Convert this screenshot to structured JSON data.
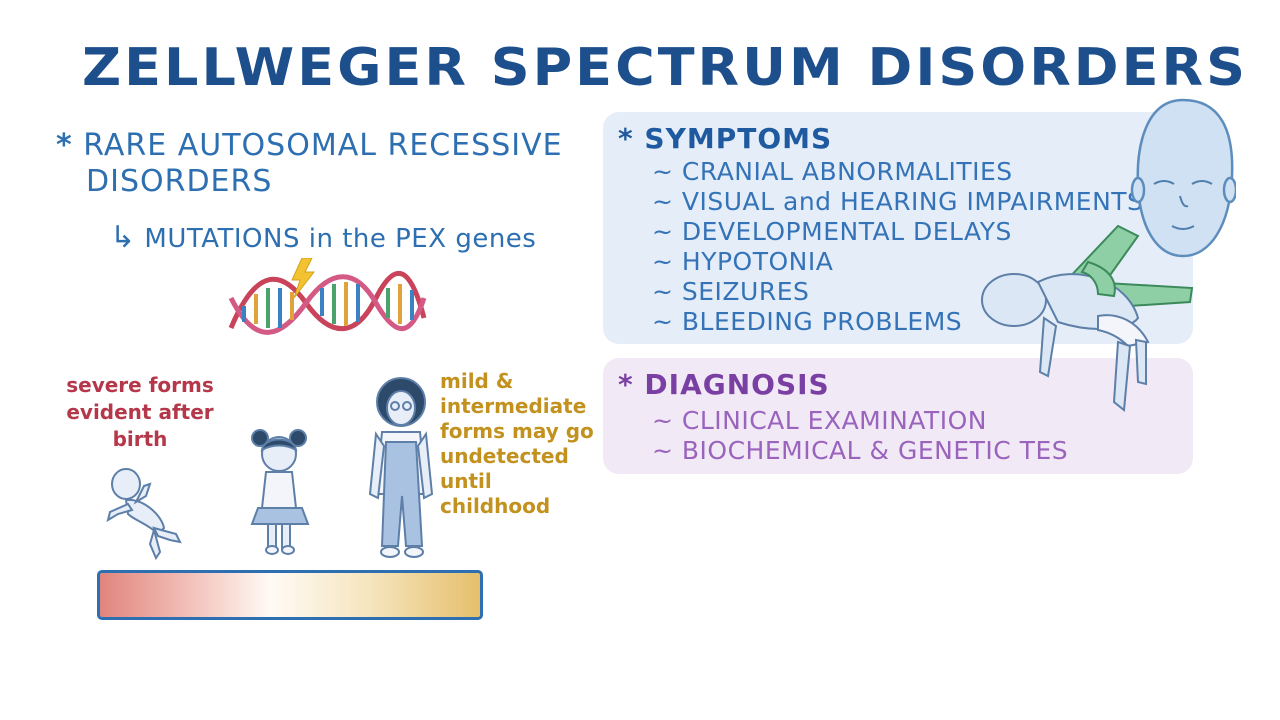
{
  "title": "ZELLWEGER SPECTRUM DISORDERS",
  "intro": {
    "bullet": "*",
    "line1": "RARE AUTOSOMAL RECESSIVE",
    "line2": "DISORDERS",
    "arrow": "↳",
    "mutation": "MUTATIONS in the PEX genes"
  },
  "notes": {
    "severe": [
      "severe forms",
      "evident after",
      "birth"
    ],
    "mild": [
      "mild &",
      "intermediate",
      "forms may go",
      "undetected",
      "until childhood"
    ]
  },
  "symptoms": {
    "bullet": "*",
    "title": "SYMPTOMS",
    "items": [
      "~ CRANIAL ABNORMALITIES",
      "~ VISUAL and HEARING IMPAIRMENTS",
      "~ DEVELOPMENTAL DELAYS",
      "~ HYPOTONIA",
      "~ SEIZURES",
      "~ BLEEDING PROBLEMS"
    ]
  },
  "diagnosis": {
    "bullet": "*",
    "title": "DIAGNOSIS",
    "items": [
      "~ CLINICAL EXAMINATION",
      "~ BIOCHEMICAL & GENETIC TES"
    ]
  },
  "colors": {
    "title": "#1d4f8c",
    "blue_text": "#2d6fb0",
    "symptoms_panel": "#e5eef8",
    "diagnosis_panel": "#f1e9f6",
    "severe_note": "#b5384a",
    "mild_note": "#c2911e"
  },
  "icons": [
    "dna-lightning-icon",
    "infant-illustration",
    "toddler-illustration",
    "child-illustration",
    "baby-head-illustration",
    "floppy-infant-illustration"
  ]
}
